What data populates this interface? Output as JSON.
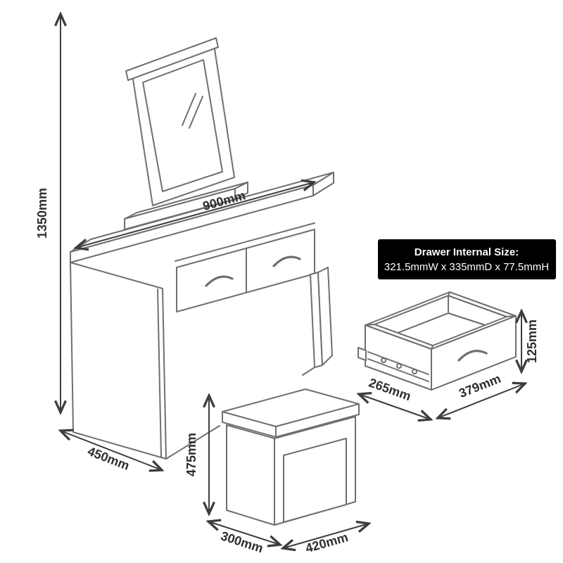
{
  "page": {
    "title": "Dressing table set dimension diagram",
    "background": "#ffffff"
  },
  "colors": {
    "furniture_line": "#6f6f6f",
    "dimension_line": "#3d3d3d",
    "label_text": "#2e2e2e",
    "info_box_bg": "#000000",
    "info_box_text": "#ffffff"
  },
  "dressing_table": {
    "height_label": "1350mm",
    "width_label": "900mm",
    "depth_label": "450mm"
  },
  "stool": {
    "height_label": "475mm",
    "depth_label": "300mm",
    "width_label": "420mm"
  },
  "drawer": {
    "depth_label": "265mm",
    "width_label": "379mm",
    "height_label": "125mm",
    "info_line1": "Drawer Internal Size:",
    "info_line2": "321.5mmW x 335mmD x 77.5mmH"
  }
}
